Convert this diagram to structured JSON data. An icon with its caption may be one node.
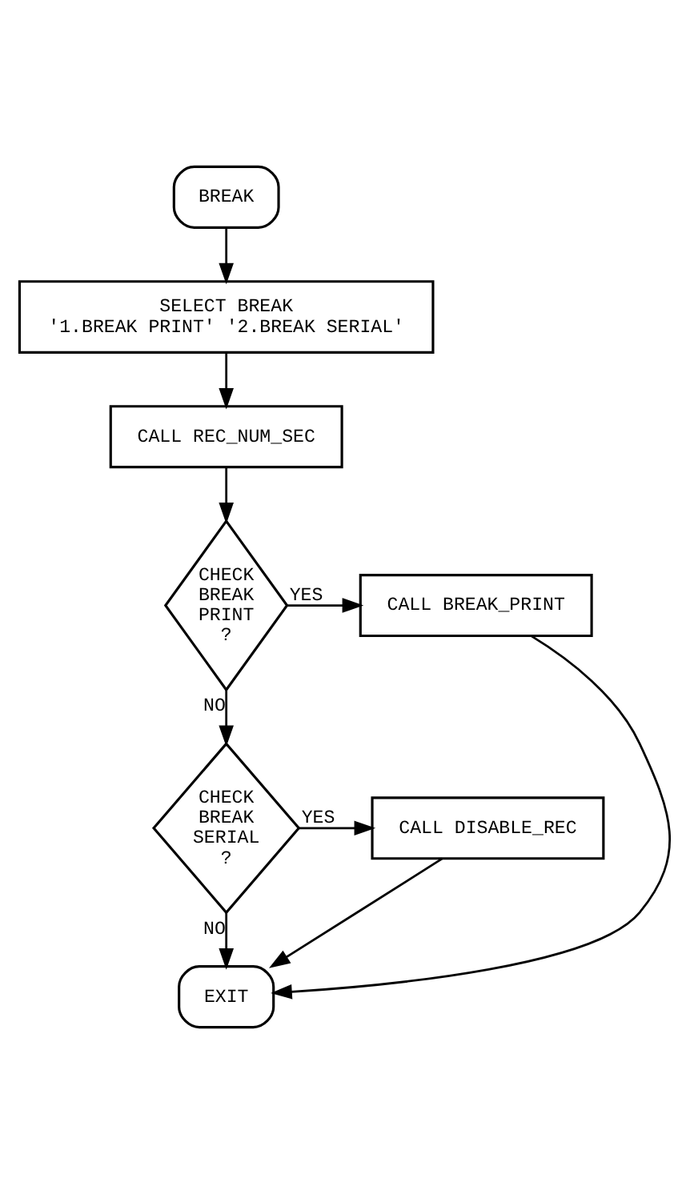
{
  "diagram": {
    "nodes": [
      {
        "text": [
          "BREAK"
        ]
      },
      {
        "text": [
          "SELECT BREAK",
          "'1.BREAK PRINT' '2.BREAK SERIAL'"
        ]
      },
      {
        "text": [
          "CALL REC_NUM_SEC"
        ]
      },
      {
        "text": [
          "CHECK BREAK PRINT ?"
        ]
      },
      {
        "text": [
          "CALL BREAK_PRINT"
        ]
      },
      {
        "text": [
          "CHECK BREAK SERIAL ?"
        ]
      },
      {
        "text": [
          "CALL DISABLE_REC"
        ]
      },
      {
        "text": [
          "EXIT"
        ]
      }
    ],
    "edges": [
      {
        "from": 0,
        "to": 1,
        "arrow": "to"
      },
      {
        "from": 1,
        "to": 2,
        "arrow": "to"
      },
      {
        "from": 2,
        "to": 3,
        "arrow": "to"
      },
      {
        "from": 3,
        "to": 4,
        "arrow": "to",
        "label": "YES"
      },
      {
        "from": 3,
        "to": 5,
        "arrow": "to",
        "label": "NO"
      },
      {
        "from": 5,
        "to": 6,
        "arrow": "to",
        "label": "YES"
      },
      {
        "from": 5,
        "to": 7,
        "arrow": "to",
        "label": "NO"
      },
      {
        "from": 4,
        "to": 7,
        "arrow": "to"
      },
      {
        "from": 6,
        "to": 7,
        "arrow": "to"
      }
    ]
  }
}
